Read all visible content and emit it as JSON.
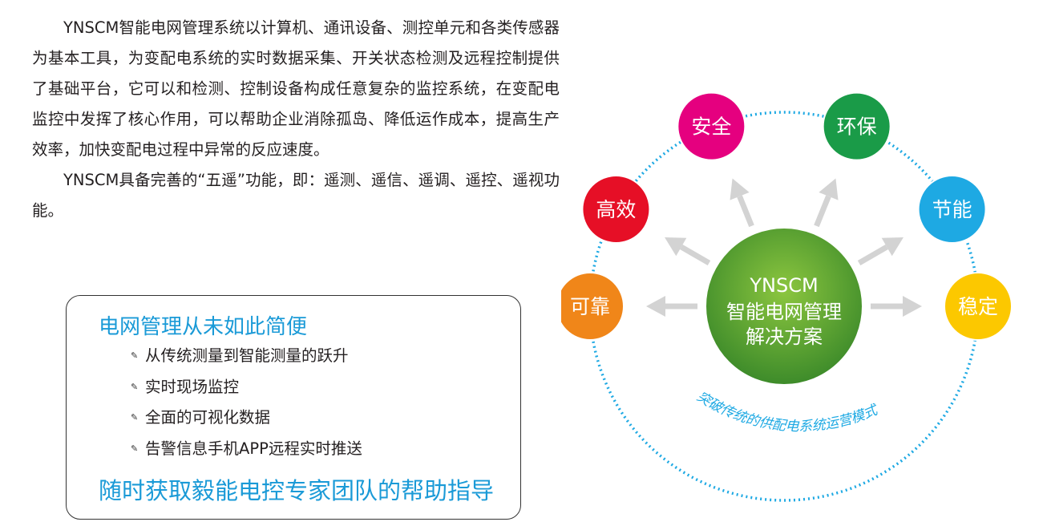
{
  "intro": {
    "paragraph1": "YNSCM智能电网管理系统以计算机、通讯设备、测控单元和各类传感器为基本工具，为变配电系统的实时数据采集、开关状态检测及远程控制提供了基础平台，它可以和检测、控制设备构成任意复杂的监控系统，在变配电监控中发挥了核心作用，可以帮助企业消除孤岛、降低运作成本，提高生产效率，加快变配电过程中异常的反应速度。",
    "paragraph2": "YNSCM具备完善的“五遥”功能，即：遥测、遥信、遥调、遥控、遥视功能。"
  },
  "feature_box": {
    "title": "电网管理从未如此简便",
    "items": [
      "从传统测量到智能测量的跃升",
      "实时现场监控",
      "全面的可视化数据",
      "告警信息手机APP远程实时推送"
    ],
    "footer": "随时获取毅能电控专家团队的帮助指导"
  },
  "diagram": {
    "center": {
      "line1": "YNSCM",
      "line2": "智能电网管理",
      "line3": "解决方案",
      "color": "#5fae3b"
    },
    "nodes": [
      {
        "label": "安全",
        "color": "#e5007f"
      },
      {
        "label": "环保",
        "color": "#1a9b48"
      },
      {
        "label": "节能",
        "color": "#1ea9e3"
      },
      {
        "label": "稳定",
        "color": "#fcc800"
      },
      {
        "label": "可靠",
        "color": "#f08619"
      },
      {
        "label": "高效",
        "color": "#e60f26"
      }
    ],
    "ring_caption": "突破传统的供配电系统运营模式",
    "ring_color": "#1ea9e3",
    "arrow_color": "#d3d3d3"
  }
}
